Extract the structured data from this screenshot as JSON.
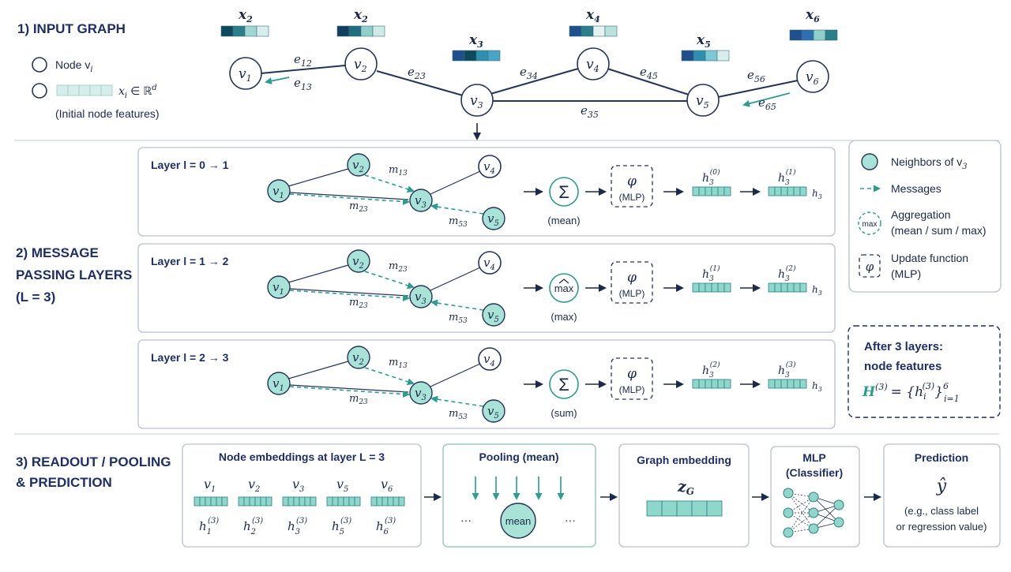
{
  "sections": {
    "input": "1) INPUT GRAPH",
    "mp_line1": "2) MESSAGE",
    "mp_line2": "PASSING LAYERS",
    "mp_line3": "(L = 3)",
    "readout_line1": "3) READOUT / POOLING",
    "readout_line2": "& PREDICTION"
  },
  "input_legend": {
    "node_label": "Node v",
    "node_sub": "i",
    "feature_label": "x",
    "feature_sub": "i",
    "feature_rest": "∈ ℝ",
    "feature_sup": "d",
    "note": "(Initial node features)"
  },
  "graph": {
    "nodes": [
      {
        "id": "v1",
        "label": "v",
        "sub": "1"
      },
      {
        "id": "v2",
        "label": "v",
        "sub": "2"
      },
      {
        "id": "v3",
        "label": "v",
        "sub": "3"
      },
      {
        "id": "v4",
        "label": "v",
        "sub": "4"
      },
      {
        "id": "v5",
        "label": "v",
        "sub": "5"
      },
      {
        "id": "v6",
        "label": "v",
        "sub": "6"
      }
    ],
    "features": [
      {
        "label": "x",
        "sub": "2"
      },
      {
        "label": "x",
        "sub": "2"
      },
      {
        "label": "x",
        "sub": "3"
      },
      {
        "label": "x",
        "sub": "4"
      },
      {
        "label": "x",
        "sub": "5"
      },
      {
        "label": "x",
        "sub": "6"
      }
    ],
    "edges": [
      {
        "label": "e",
        "sub": "12"
      },
      {
        "label": "e",
        "sub": "13"
      },
      {
        "label": "e",
        "sub": "23"
      },
      {
        "label": "e",
        "sub": "34"
      },
      {
        "label": "e",
        "sub": "45"
      },
      {
        "label": "e",
        "sub": "35"
      },
      {
        "label": "e",
        "sub": "56"
      },
      {
        "label": "e",
        "sub": "65"
      }
    ]
  },
  "layers": [
    {
      "title": "Layer l = 0 → 1",
      "msgs": [
        {
          "t": "m",
          "s": "13"
        },
        {
          "t": "m",
          "s": "23"
        },
        {
          "t": "m",
          "s": "53"
        }
      ],
      "agg_symbol": "Σ",
      "agg_caption": "(mean)",
      "update_symbol": "φ",
      "update_caption": "(MLP)",
      "h_in": {
        "t": "h",
        "sub": "3",
        "sup": "(0)"
      },
      "h_out": {
        "t": "h",
        "sub": "3",
        "sup": "(1)"
      },
      "h_right": {
        "t": "h",
        "sub": "3"
      }
    },
    {
      "title": "Layer l = 1 → 2",
      "msgs": [
        {
          "t": "m",
          "s": "23"
        },
        {
          "t": "m",
          "s": "23"
        },
        {
          "t": "m",
          "s": "53"
        }
      ],
      "agg_symbol": "max",
      "agg_caption": "(max)",
      "update_symbol": "φ",
      "update_caption": "(MLP)",
      "h_in": {
        "t": "h",
        "sub": "3",
        "sup": "(1)"
      },
      "h_out": {
        "t": "h",
        "sub": "3",
        "sup": "(2)"
      },
      "h_right": {
        "t": "h",
        "sub": "3"
      }
    },
    {
      "title": "Layer l = 2 → 3",
      "msgs": [
        {
          "t": "m",
          "s": "13"
        },
        {
          "t": "m",
          "s": "23"
        },
        {
          "t": "m",
          "s": "53"
        }
      ],
      "agg_symbol": "Σ",
      "agg_caption": "(sum)",
      "update_symbol": "φ",
      "update_caption": "(MLP)",
      "h_in": {
        "t": "h",
        "sub": "3",
        "sup": "(2)"
      },
      "h_out": {
        "t": "h",
        "sub": "3",
        "sup": "(3)"
      },
      "h_right": {
        "t": "h",
        "sub": "3"
      }
    }
  ],
  "legend": {
    "neighbors": "Neighbors of v",
    "neighbors_sub": "3",
    "messages": "Messages",
    "agg_icon": "max",
    "aggregation_1": "Aggregation",
    "aggregation_2": "(mean / sum / max)",
    "update_icon": "φ",
    "update_1": "Update function",
    "update_2": "(MLP)"
  },
  "after": {
    "line1": "After 3 layers:",
    "line2": "node features",
    "H": "H",
    "H_sup": "(3)",
    "eq": "= {h",
    "h_sub": "i",
    "h_sup": "(3)",
    "close": "}",
    "set_sup": "6",
    "set_sub": "i=1"
  },
  "readout": {
    "embeddings_title": "Node embeddings at layer L = 3",
    "nodes": [
      {
        "v": "v",
        "vsub": "1",
        "h": "h",
        "hsub": "1",
        "hsup": "(3)"
      },
      {
        "v": "v",
        "vsub": "2",
        "h": "h",
        "hsub": "2",
        "hsup": "(3)"
      },
      {
        "v": "v",
        "vsub": "3",
        "h": "h",
        "hsub": "3",
        "hsup": "(3)"
      },
      {
        "v": "v",
        "vsub": "5",
        "h": "h",
        "hsub": "5",
        "hsup": "(3)"
      },
      {
        "v": "v",
        "vsub": "6",
        "h": "h",
        "hsub": "6",
        "hsup": "(3)"
      }
    ],
    "pooling_title": "Pooling (mean)",
    "pooling_dots": "···",
    "mean": "mean",
    "graph_title": "Graph embedding",
    "z": "z",
    "z_sub": "G",
    "mlp_title1": "MLP",
    "mlp_title2": "(Classifier)",
    "pred_title": "Prediction",
    "yhat": "ŷ",
    "pred_note1": "(e.g., class label",
    "pred_note2": "or regression value)"
  },
  "colors": {
    "navy": "#1d2f66",
    "teal": "#2a9d8f",
    "teal_light": "#a9e3d8"
  }
}
